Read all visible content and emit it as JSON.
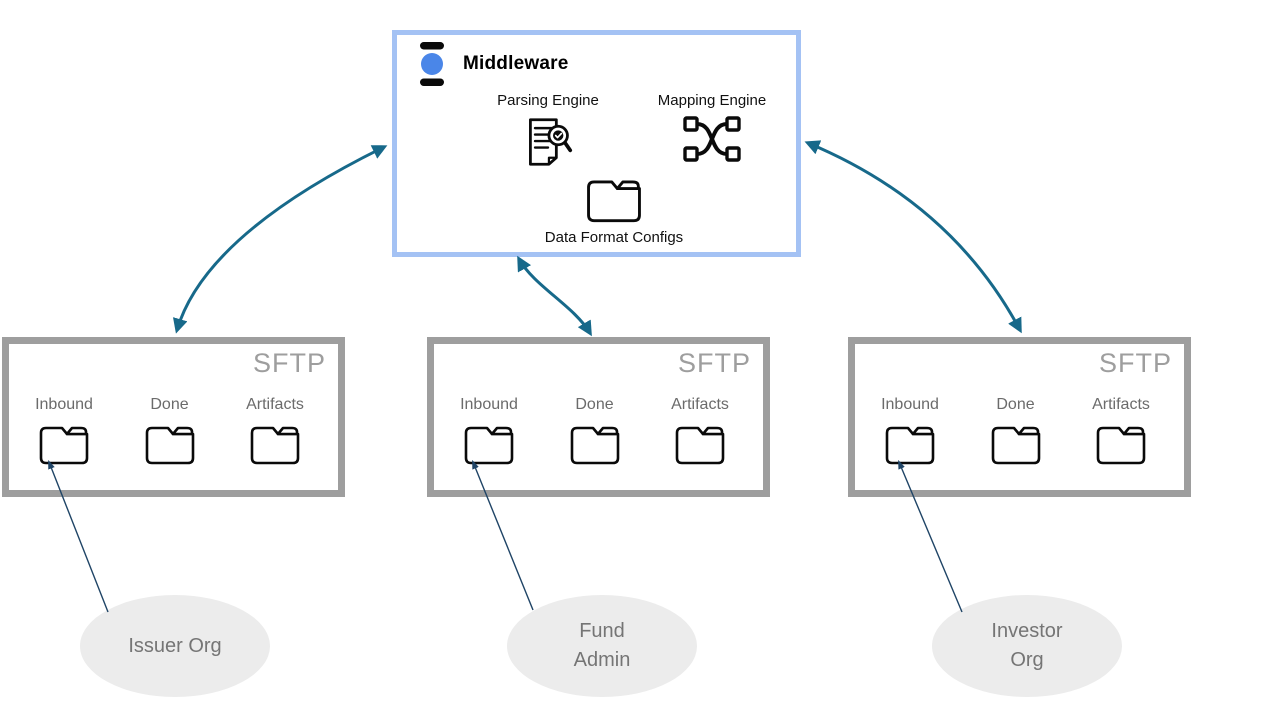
{
  "middleware": {
    "title": "Middleware",
    "icon": "hourglass-icon",
    "components": [
      {
        "label": "Parsing Engine",
        "icon": "document-search-icon"
      },
      {
        "label": "Mapping Engine",
        "icon": "mapping-shuffle-icon"
      },
      {
        "label": "Data Format Configs",
        "icon": "folder-icon"
      }
    ]
  },
  "sftp_servers": [
    {
      "title": "SFTP",
      "folders": [
        "Inbound",
        "Done",
        "Artifacts"
      ]
    },
    {
      "title": "SFTP",
      "folders": [
        "Inbound",
        "Done",
        "Artifacts"
      ]
    },
    {
      "title": "SFTP",
      "folders": [
        "Inbound",
        "Done",
        "Artifacts"
      ]
    }
  ],
  "organizations": [
    {
      "text": "Issuer Org"
    },
    {
      "text": "Fund\nAdmin"
    },
    {
      "text": "Investor\nOrg"
    }
  ],
  "colors": {
    "middleware_border": "#a4c2f4",
    "middleware_icon_blue": "#4a86e8",
    "sftp_border": "#9e9e9e",
    "sftp_text": "#9e9e9e",
    "thick_arrow": "#17698a",
    "thin_arrow": "#1f4466",
    "ellipse_fill": "#ececec",
    "ellipse_text": "#757575"
  }
}
